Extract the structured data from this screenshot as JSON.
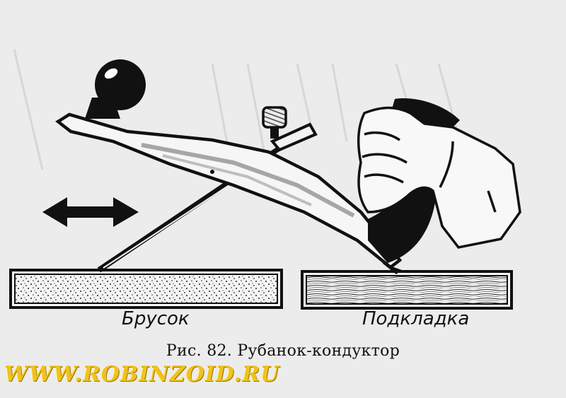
{
  "labels": {
    "left_block": "Брусок",
    "right_block": "Подкладка"
  },
  "caption": "Рис. 82. Рубанок-кондуктор",
  "watermark": "WWW.ROBINZOID.RU",
  "colors": {
    "background": "#ececec",
    "ink": "#111111",
    "watermark": "#f0c21d"
  }
}
